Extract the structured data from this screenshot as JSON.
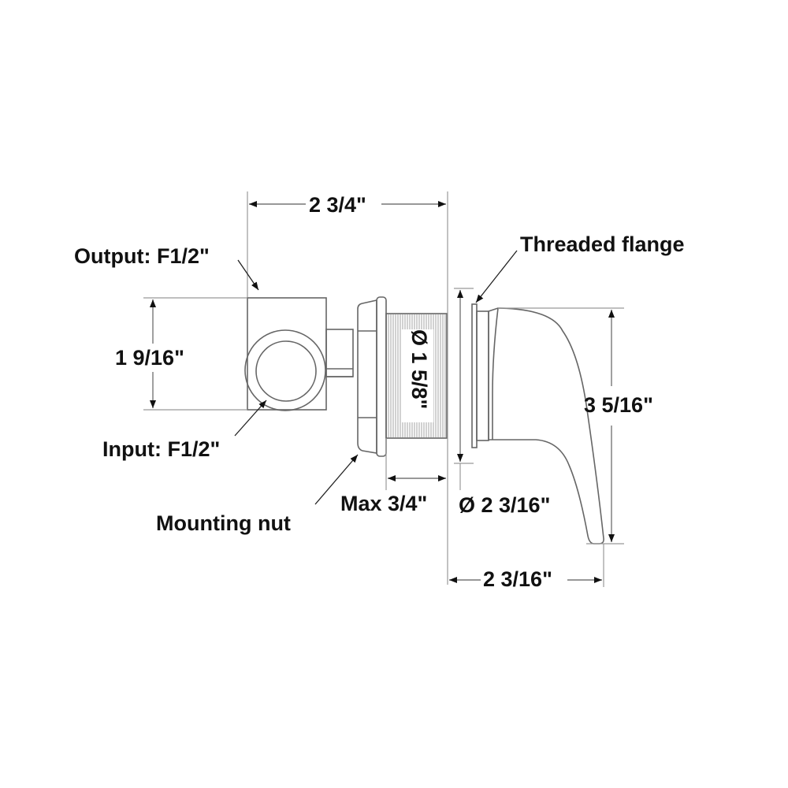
{
  "diagram": {
    "type": "technical-dimension-drawing",
    "subject": "shower mixer valve with lever handle",
    "colors": {
      "line": "#666666",
      "text": "#111111",
      "background": "#ffffff"
    },
    "labels": {
      "output": "Output: F1/2\"",
      "input": "Input: F1/2\"",
      "threaded_flange": "Threaded flange",
      "mounting_nut": "Mounting nut"
    },
    "dimensions": {
      "overall_body_width": "2 3/4\"",
      "body_height": "1 9/16\"",
      "thread_diameter": "Ø 1 5/8\"",
      "max_wall": "Max 3/4\"",
      "flange_diameter": "Ø 2 3/16\"",
      "handle_height": "3 5/16\"",
      "handle_depth": "2 3/16\""
    }
  }
}
